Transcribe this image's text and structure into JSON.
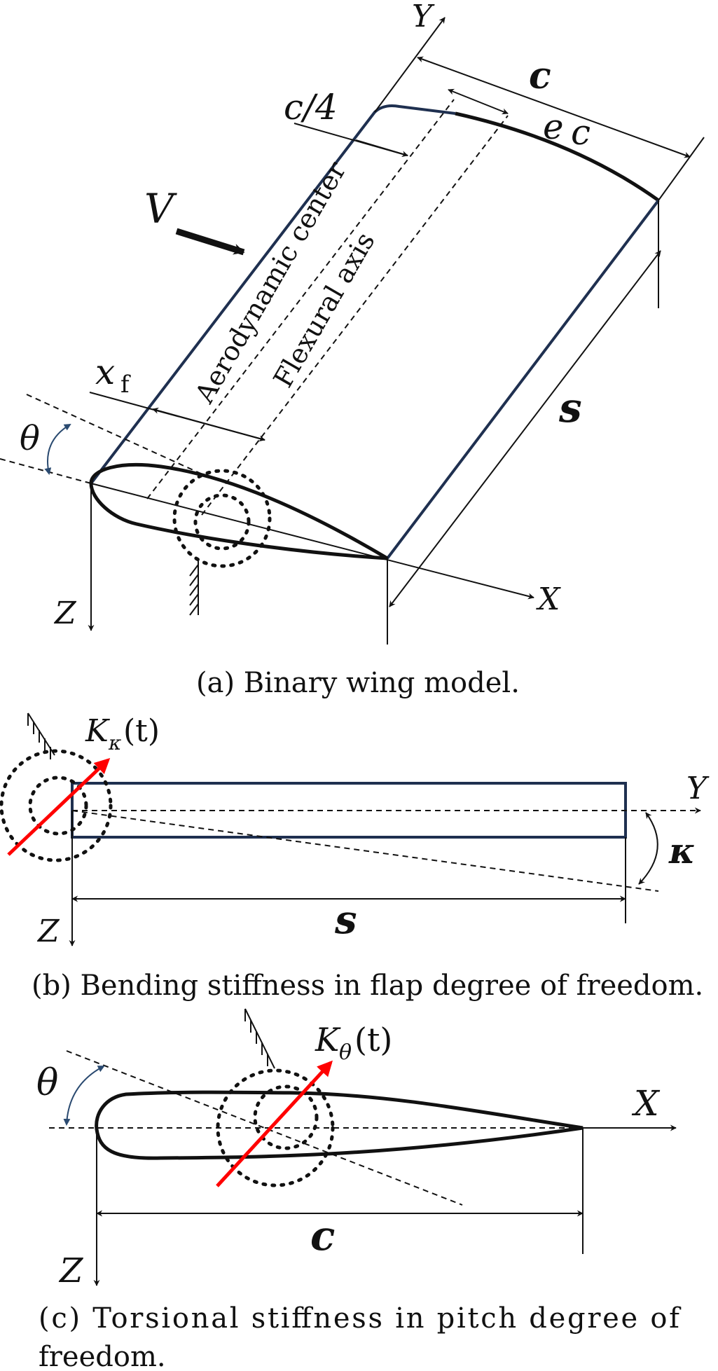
{
  "colors": {
    "wing_outline": "#1f3050",
    "ink": "#111111",
    "spring_arrow": "#ff0000",
    "angle_arrow": "#2a4a70"
  },
  "panel_a": {
    "labels": {
      "y_axis": "Y",
      "x_axis": "X",
      "z_axis": "Z",
      "chord": "c",
      "quarter_chord": "c/4",
      "offset_e": "e",
      "offset_c": "c",
      "velocity": "V",
      "aero_center": "Aerodynamic center",
      "flexural_axis": "Flexural axis",
      "xf_main": "x",
      "xf_sub": "f",
      "pitch_angle": "θ",
      "span": "s"
    },
    "caption": "(a) Binary wing model."
  },
  "panel_b": {
    "labels": {
      "stiffness_main": "K",
      "stiffness_sub": "κ",
      "stiffness_arg": "(t)",
      "y_axis": "Y",
      "z_axis": "Z",
      "flap_angle": "κ",
      "span": "s"
    },
    "caption": "(b) Bending stiffness in flap degree of freedom."
  },
  "panel_c": {
    "labels": {
      "stiffness_main": "K",
      "stiffness_sub": "θ",
      "stiffness_arg": "(t)",
      "pitch_angle": "θ",
      "x_axis": "X",
      "z_axis": "Z",
      "chord": "c"
    },
    "caption_line1": "(c) Torsional stiffness in pitch degree of",
    "caption_line2": "freedom."
  }
}
